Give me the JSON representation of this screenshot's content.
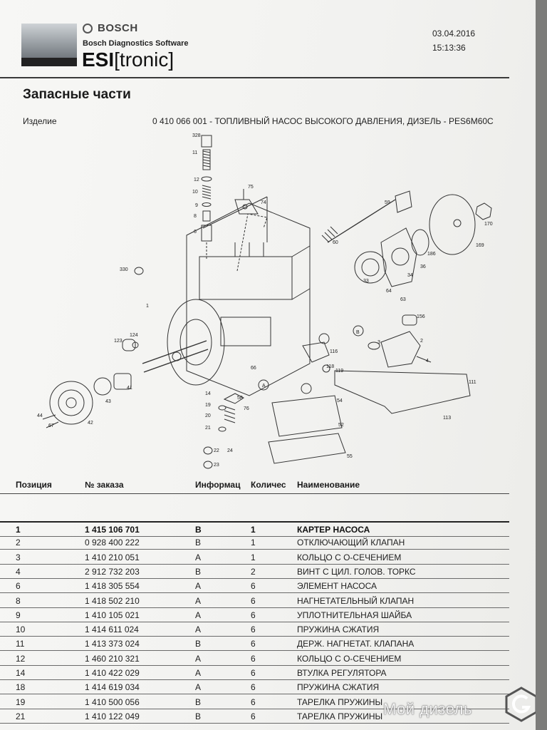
{
  "header": {
    "brand": "BOSCH",
    "subtitle": "Bosch Diagnostics Software",
    "product_bold": "ESI",
    "product_bracket": "[tronic]",
    "date": "03.04.2016",
    "time": "15:13:36"
  },
  "page": {
    "title": "Запасные части",
    "product_label": "Изделие",
    "product_value": "0 410 066 001 - ТОПЛИВНЫЙ НАСОС ВЫСОКОГО ДАВЛЕНИЯ,  ДИЗЕЛЬ - PES6M60C"
  },
  "diagram": {
    "labels": [
      "328",
      "11",
      "12",
      "10",
      "9",
      "8",
      "6",
      "75",
      "74",
      "59",
      "170",
      "169",
      "60",
      "186",
      "36",
      "34",
      "33",
      "64",
      "63",
      "156",
      "B",
      "3",
      "2",
      "4",
      "330",
      "1",
      "123",
      "124",
      "116",
      "66",
      "118",
      "119",
      "A",
      "111",
      "14",
      "58",
      "76",
      "19",
      "20",
      "21",
      "24",
      "22",
      "23",
      "54",
      "52",
      "55",
      "113",
      "43",
      "41",
      "42",
      "44",
      "67"
    ]
  },
  "table": {
    "headers": {
      "pos": "Позиция",
      "order": "№ заказа",
      "info": "Информац",
      "qty": "Количес",
      "name": "Наименование"
    },
    "rows": [
      {
        "pos": "1",
        "order": "1 415 106 701",
        "info": "B",
        "qty": "1",
        "name": "КАРТЕР НАСОСА"
      },
      {
        "pos": "2",
        "order": "0 928 400 222",
        "info": "B",
        "qty": "1",
        "name": "ОТКЛЮЧАЮЩИЙ КЛАПАН"
      },
      {
        "pos": "3",
        "order": "1 410 210 051",
        "info": "A",
        "qty": "1",
        "name": "КОЛЬЦО С О-СЕЧЕНИЕМ"
      },
      {
        "pos": "4",
        "order": "2 912 732 203",
        "info": "B",
        "qty": "2",
        "name": "ВИНТ С ЦИЛ. ГОЛОВ. ТОРКС"
      },
      {
        "pos": "6",
        "order": "1 418 305 554",
        "info": "A",
        "qty": "6",
        "name": "ЭЛЕМЕНТ НАСОСА"
      },
      {
        "pos": "8",
        "order": "1 418 502 210",
        "info": "A",
        "qty": "6",
        "name": "НАГНЕТАТЕЛЬНЫЙ КЛАПАН"
      },
      {
        "pos": "9",
        "order": "1 410 105 021",
        "info": "A",
        "qty": "6",
        "name": "УПЛОТНИТЕЛЬНАЯ ШАЙБА"
      },
      {
        "pos": "10",
        "order": "1 414 611 024",
        "info": "A",
        "qty": "6",
        "name": "ПРУЖИНА СЖАТИЯ"
      },
      {
        "pos": "11",
        "order": "1 413 373 024",
        "info": "B",
        "qty": "6",
        "name": "ДЕРЖ. НАГНЕТАТ. КЛАПАНА"
      },
      {
        "pos": "12",
        "order": "1 460 210 321",
        "info": "A",
        "qty": "6",
        "name": "КОЛЬЦО С О-СЕЧЕНИЕМ"
      },
      {
        "pos": "14",
        "order": "1 410 422 029",
        "info": "A",
        "qty": "6",
        "name": "ВТУЛКА РЕГУЛЯТОРА"
      },
      {
        "pos": "18",
        "order": "1 414 619 034",
        "info": "A",
        "qty": "6",
        "name": "ПРУЖИНА СЖАТИЯ"
      },
      {
        "pos": "19",
        "order": "1 410 500 056",
        "info": "B",
        "qty": "6",
        "name": "ТАРЕЛКА ПРУЖИНЫ"
      },
      {
        "pos": "21",
        "order": "1 410 122 049",
        "info": "B",
        "qty": "6",
        "name": "ТАРЕЛКА ПРУЖИНЫ"
      }
    ]
  },
  "watermark": {
    "text": "Мой дизель"
  }
}
